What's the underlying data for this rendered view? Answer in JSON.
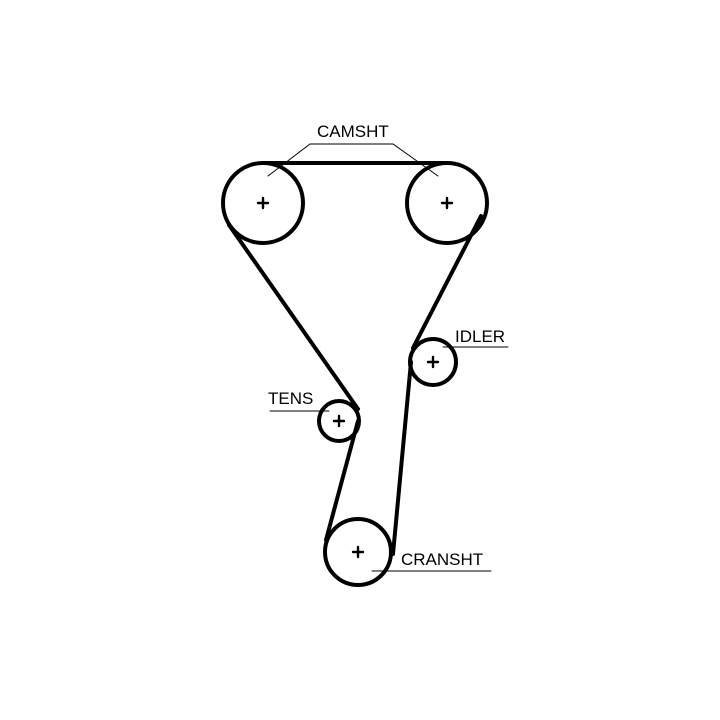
{
  "labels": {
    "camshaft": "CAMSHT",
    "idler": "IDLER",
    "tensioner": "TENS",
    "crankshaft": "CRANSHT"
  },
  "colors": {
    "line": "#000000",
    "background": "#ffffff"
  }
}
